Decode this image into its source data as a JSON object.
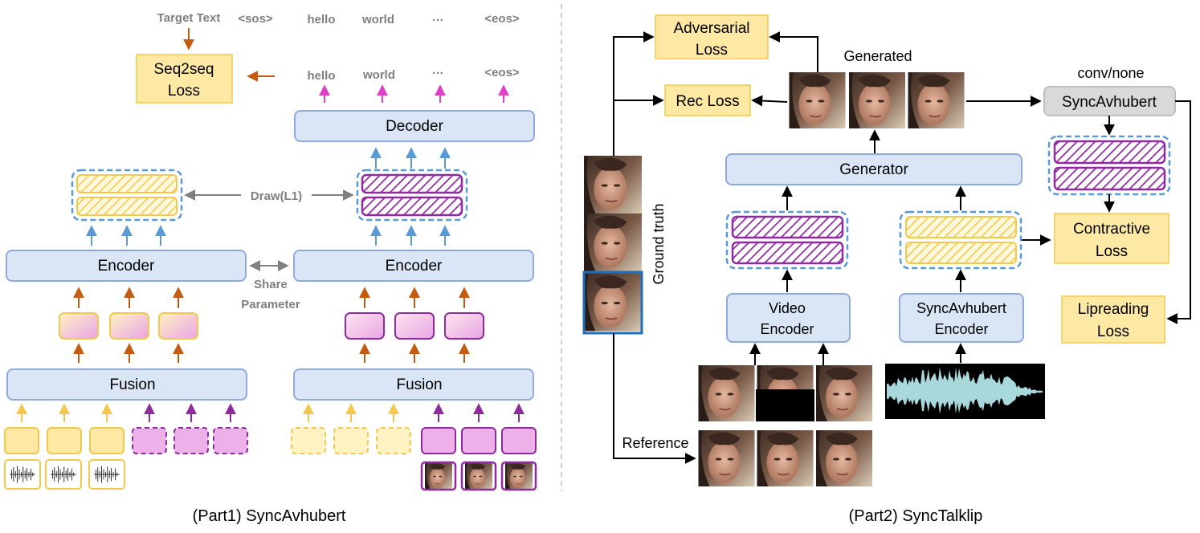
{
  "part1": {
    "caption": "(Part1) SyncAvhubert",
    "target_text_label": "Target Text",
    "target_tokens": [
      "<sos>",
      "hello",
      "world",
      "…",
      "<eos>"
    ],
    "output_tokens": [
      "hello",
      "world",
      "…",
      "<eos>"
    ],
    "seq2seq_loss": [
      "Seq2seq",
      "Loss"
    ],
    "decoder": "Decoder",
    "draw_label": "Draw(L1)",
    "encoder_left": "Encoder",
    "encoder_right": "Encoder",
    "share_label": [
      "Share",
      "Parameter"
    ],
    "fusion_left": "Fusion",
    "fusion_right": "Fusion"
  },
  "part2": {
    "caption": "(Part2) SyncTalklip",
    "adversarial_loss": [
      "Adversarial",
      "Loss"
    ],
    "rec_loss": "Rec Loss",
    "generated_label": "Generated",
    "conv_label": "conv/none",
    "syncavhubert": "SyncAvhubert",
    "generator": "Generator",
    "ground_truth_label": "Ground truth",
    "contrastive_loss": [
      "Contractive",
      "Loss"
    ],
    "lipreading_loss": [
      "Lipreading",
      "Loss"
    ],
    "video_encoder": [
      "Video",
      "Encoder"
    ],
    "audio_encoder": [
      "SyncAvhubert",
      "Encoder"
    ],
    "reference_label": "Reference"
  },
  "colors": {
    "blue_box": "#dae6f5",
    "blue_border": "#8faadc",
    "yellow_box": "#fde9a3",
    "yellow_border": "#f2c94c",
    "purple": "#8e2b9e",
    "pink_fill": "#eeb0e8",
    "orange_arrow": "#c55a11",
    "blue_arrow": "#5b9bd5",
    "magenta_arrow": "#e040c8",
    "gray_box": "#d9d9d9"
  }
}
